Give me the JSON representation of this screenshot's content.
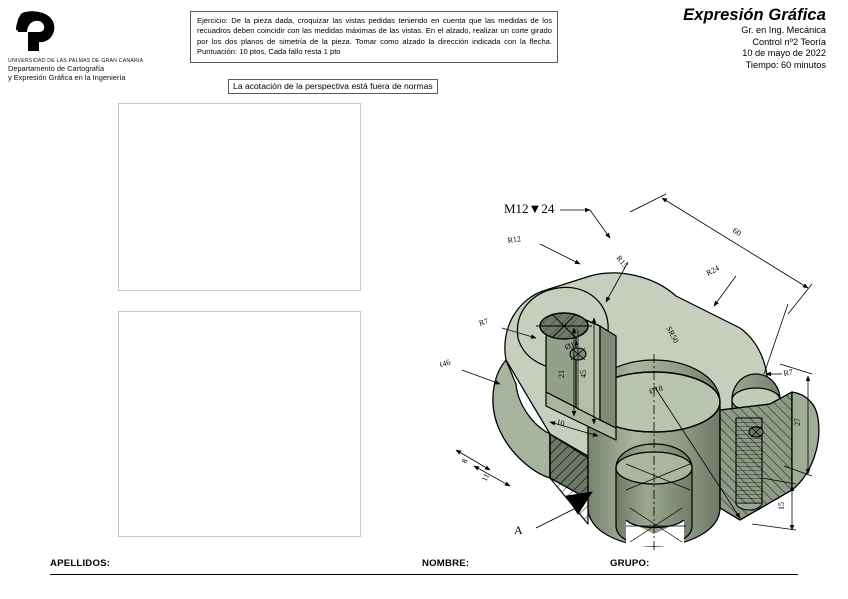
{
  "institution": {
    "logo_icon": "ulpgc-logo-icon",
    "university": "UNIVERSIDAD DE LAS PALMAS DE GRAN CANARIA",
    "department_line1": "Departamento de Cartografía",
    "department_line2": "y Expresión Gráfica en la Ingeniería"
  },
  "exercise": {
    "statement": "Ejercicio: De la pieza dada, croquizar las vistas pedidas teniendo en cuenta que las medidas de los recuadros deben coincidir con las medidas máximas de las vistas. En el alzado, realizar un corte girado por los dos planos de simetría de la pieza. Tomar como alzado la dirección indicada con la flecha.  Puntuación: 10 ptos, Cada fallo resta 1 pto",
    "note": "La acotación de la perspectiva está fuera de normas"
  },
  "exam": {
    "title": "Expresión Gráfica",
    "degree": "Gr. en Ing. Mecánica",
    "control": "Control nº2 Teoría",
    "date": "10 de mayo de 2022",
    "duration": "Tiempo: 60 minutos"
  },
  "answer_boxes": [
    {
      "name": "view-box-top",
      "label": ""
    },
    {
      "name": "view-box-bottom",
      "label": ""
    }
  ],
  "drawing": {
    "type": "isometric-section-view",
    "view_arrow_label": "A",
    "colors": {
      "face_top": "#c6cfbe",
      "face_front": "#9aa893",
      "face_dark": "#6f7a69",
      "face_mid": "#889479",
      "hatch": "#000000",
      "outline": "#000000"
    },
    "annotations": [
      {
        "name": "thread-callout",
        "text": "M12▼24"
      },
      {
        "name": "radius-12",
        "text": "R12"
      },
      {
        "name": "radius-15",
        "text": "R15"
      },
      {
        "name": "radius-24",
        "text": "R24"
      },
      {
        "name": "length-60",
        "text": "60"
      },
      {
        "name": "radius-7-right",
        "text": "R7"
      },
      {
        "name": "radius-7-left",
        "text": "R7"
      },
      {
        "name": "radius-46",
        "text": "R46"
      },
      {
        "name": "diameter-14",
        "text": "Ø14"
      },
      {
        "name": "height-21",
        "text": "21"
      },
      {
        "name": "height-45",
        "text": "45"
      },
      {
        "name": "width-10",
        "text": "10"
      },
      {
        "name": "depth-8",
        "text": "8"
      },
      {
        "name": "depth-11",
        "text": "11"
      },
      {
        "name": "sphere-radius-50",
        "text": "SR50"
      },
      {
        "name": "diameter-18",
        "text": "Ø18"
      },
      {
        "name": "height-27",
        "text": "27"
      },
      {
        "name": "height-15",
        "text": "15"
      }
    ]
  },
  "footer": {
    "apellidos": "APELLIDOS:",
    "nombre": "NOMBRE:",
    "grupo": "GRUPO:"
  }
}
